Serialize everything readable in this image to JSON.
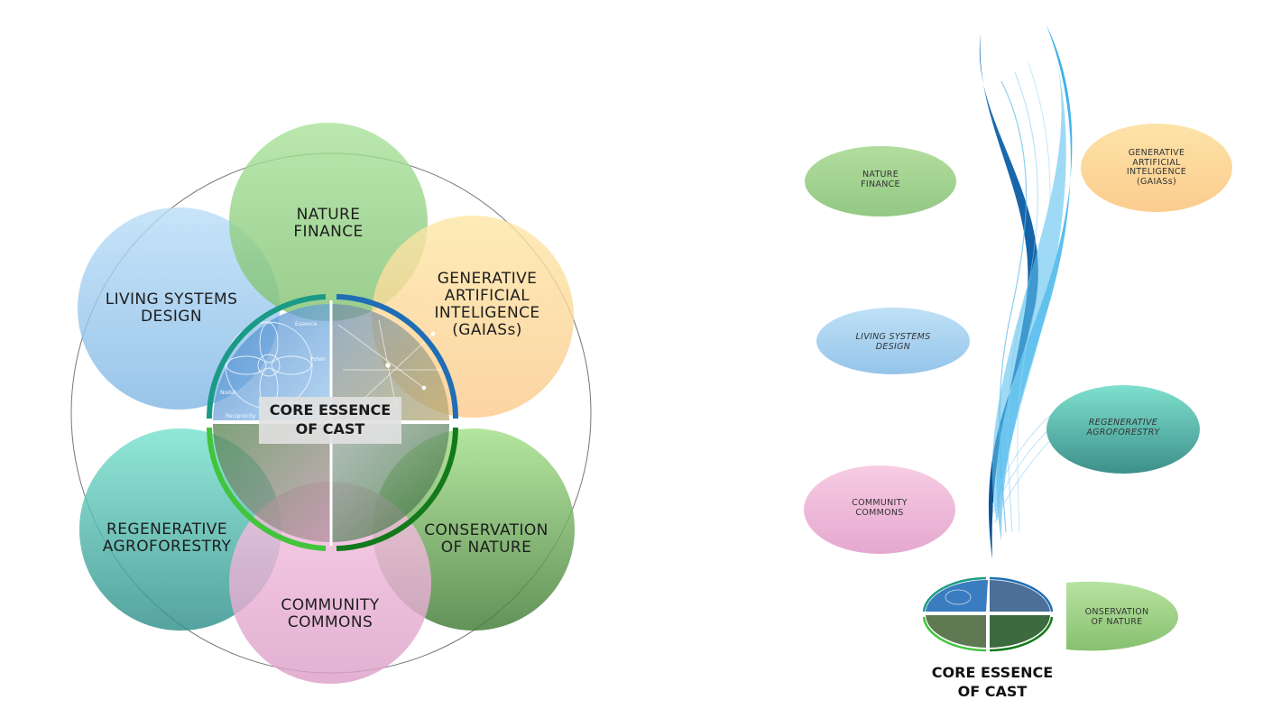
{
  "left": {
    "nature_finance": [
      "NATURE",
      "FINANCE"
    ],
    "living_systems": [
      "LIVING SYSTEMS",
      "DESIGN"
    ],
    "generative_ai": [
      "GENERATIVE",
      "ARTIFICIAL",
      "INTELIGENCE",
      "(GAIASs)"
    ],
    "regenerative": [
      "REGENERATIVE",
      "AGROFORESTRY"
    ],
    "conservation": [
      "CONSERVATION",
      "OF NATURE"
    ],
    "community": [
      "COMMUNITY",
      "COMMONS"
    ],
    "core": [
      "CORE ESSENCE",
      "OF CAST"
    ],
    "mandala_words": [
      "Essence",
      "Poten",
      "Nodal",
      "Reciprocity"
    ]
  },
  "right": {
    "nature_finance": [
      "NATURE",
      "FINANCE"
    ],
    "generative_ai": [
      "GENERATIVE",
      "ARTIFICIAL",
      "INTELIGENCE",
      "(GAIASs)"
    ],
    "living_systems": [
      "LIVING SYSTEMS",
      "DESIGN"
    ],
    "regenerative": [
      "REGENERATIVE",
      "AGROFORESTRY"
    ],
    "community": [
      "COMMUNITY",
      "COMMONS"
    ],
    "conservation": [
      "ONSERVATION",
      "OF NATURE"
    ],
    "core": [
      "CORE ESSENCE",
      "OF CAST"
    ]
  },
  "colors": {
    "green": "#8fd07f",
    "blue": "#8ec5ee",
    "yellow": "#fcd98c",
    "teal": "#4fc6b1",
    "dark_green": "#4d8a3f",
    "pink": "#eeaad3",
    "ring_blue": "#1f6eb5",
    "ring_green": "#2bb04a"
  }
}
